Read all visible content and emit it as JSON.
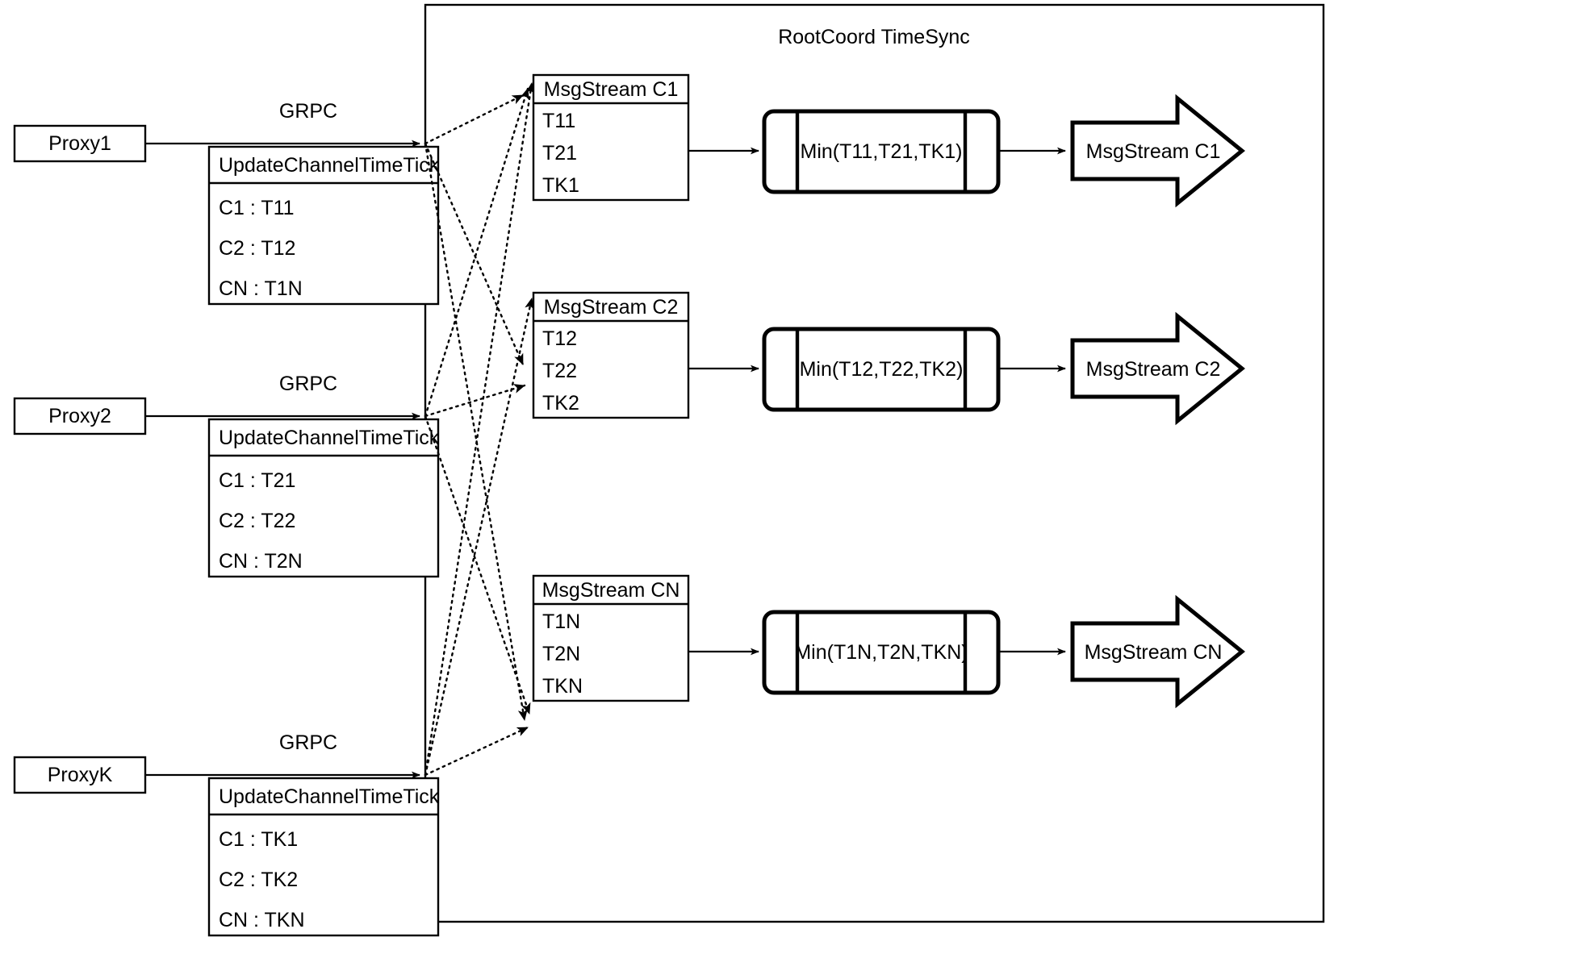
{
  "diagram": {
    "title": "RootCoord TimeSync",
    "container_label": "RootCoord TimeSync",
    "link_label": "GRPC",
    "proxies": [
      {
        "name": "Proxy1",
        "protocol": "GRPC",
        "request": "UpdateChannelTimeTick",
        "rows": [
          "C1 :  T11",
          "C2 :  T12",
          "CN : T1N"
        ]
      },
      {
        "name": "Proxy2",
        "protocol": "GRPC",
        "request": "UpdateChannelTimeTick",
        "rows": [
          "C1 :  T21",
          "C2 :  T22",
          "CN : T2N"
        ]
      },
      {
        "name": "ProxyK",
        "protocol": "GRPC",
        "request": "UpdateChannelTimeTick",
        "rows": [
          "C1 :  TK1",
          "C2 :  TK2",
          "CN : TKN"
        ]
      }
    ],
    "channels": [
      {
        "stream_title": "MsgStream C1",
        "ticks": [
          "T11",
          "T21",
          "TK1"
        ],
        "min_label": "Min(T11,T21,TK1)",
        "output_label": "MsgStream C1"
      },
      {
        "stream_title": "MsgStream C2",
        "ticks": [
          "T12",
          "T22",
          "TK2"
        ],
        "min_label": "Min(T12,T22,TK2)",
        "output_label": "MsgStream C2"
      },
      {
        "stream_title": "MsgStream CN",
        "ticks": [
          "T1N",
          "T2N",
          "TKN"
        ],
        "min_label": "Min(T1N,T2N,TKN)",
        "output_label": "MsgStream CN"
      }
    ],
    "colors": {
      "stroke": "#000000",
      "background": "#ffffff"
    }
  }
}
